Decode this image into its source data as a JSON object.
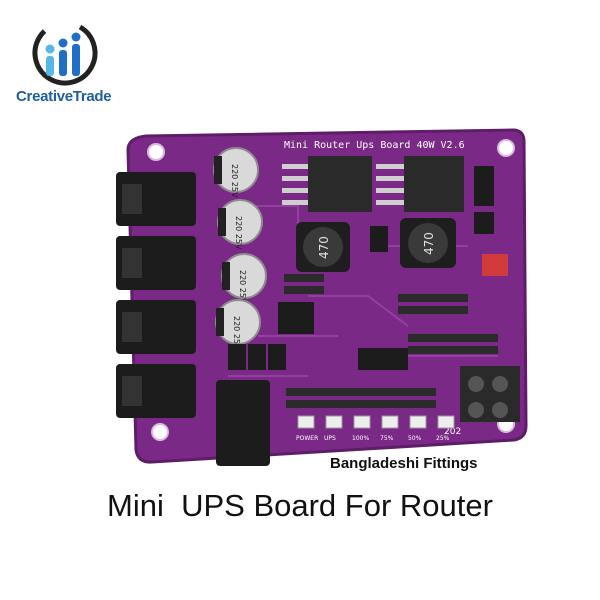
{
  "logo": {
    "brand": "CreativeTrade",
    "colors": {
      "primary": "#1f6fc7",
      "secondary": "#56b8e8",
      "ring": "#222222"
    }
  },
  "board": {
    "silkscreen_title": "Mini Router Ups Board 40W V2.6",
    "inductor_marking": "470",
    "capacitor_marking": "220 25V",
    "capacitor_count": 4,
    "led_labels": [
      "POWER",
      "UPS",
      "100%",
      "75%",
      "50%",
      "25%"
    ],
    "year_marking": "202",
    "colors": {
      "pcb": "#7a2a86",
      "pcb_dark": "#5e1c69",
      "connector": "#1c1c1c",
      "terminal": "#2a2a2a",
      "led": "#eeeeee",
      "red_header": "#d23b3b"
    }
  },
  "overlay_text": {
    "subtitle": "Bangladeshi Fittings",
    "caption": "Mini  UPS Board For Router"
  }
}
